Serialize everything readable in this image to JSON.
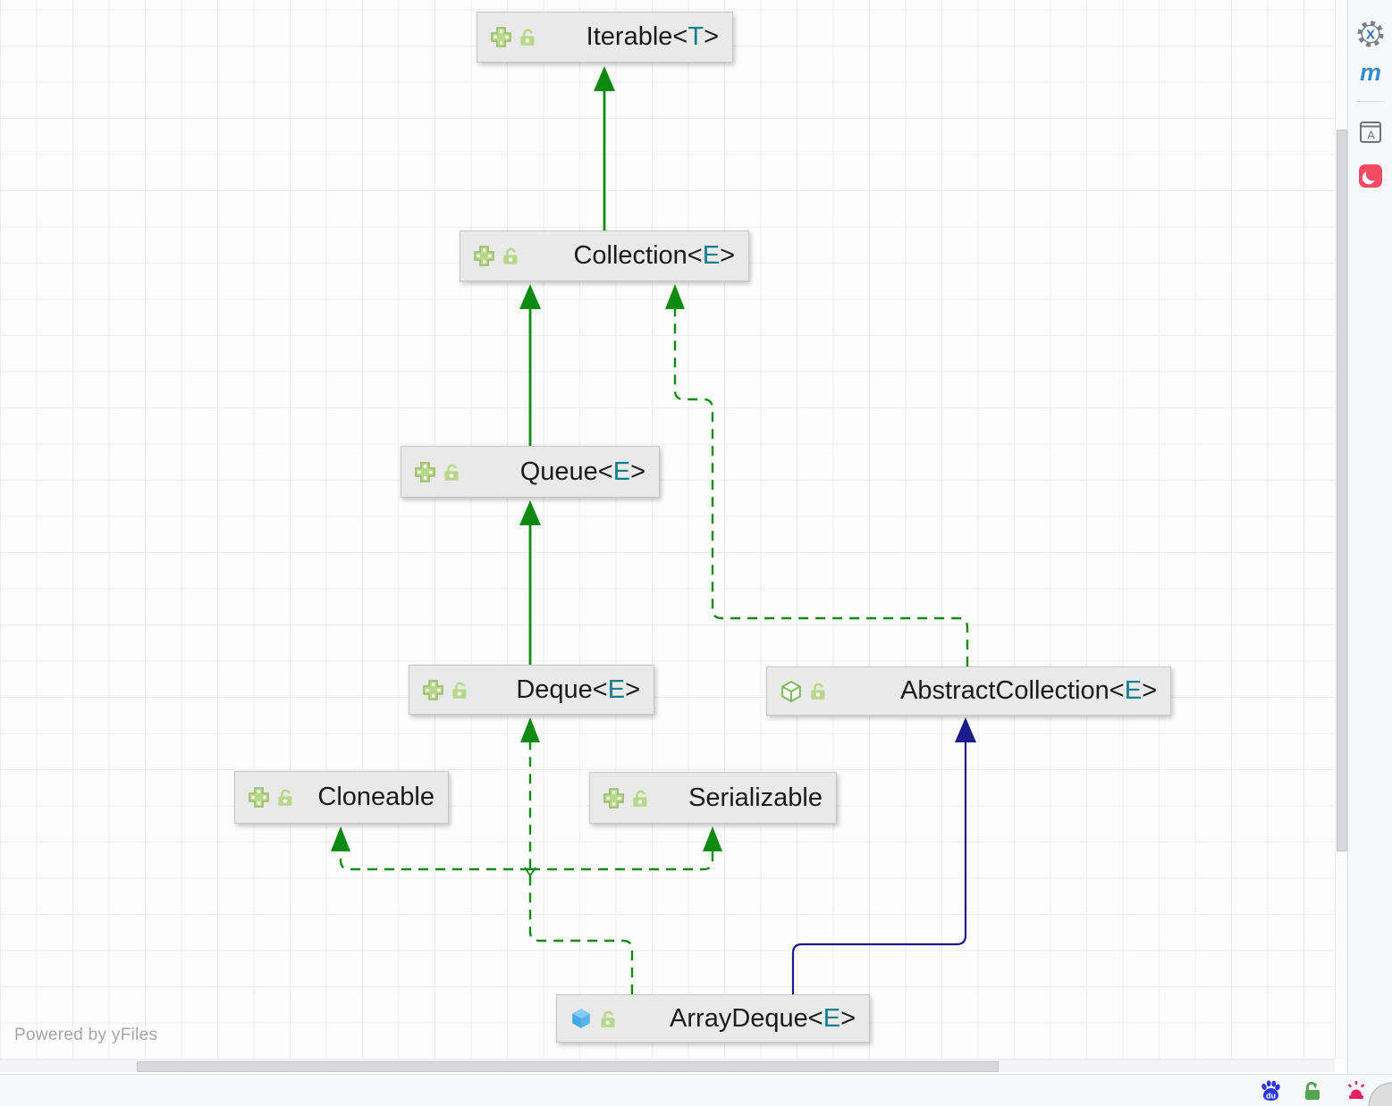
{
  "diagram": {
    "attribution": "Powered by yFiles",
    "colors": {
      "extends_interface": "#0c8a0f",
      "implements": "#0f8a12",
      "extends_class": "#1b1b8e",
      "type_param": "#0e7e8c",
      "node_fill": "#e9e9e9"
    },
    "nodes": {
      "iterable": {
        "kind": "interface",
        "visibility": "public",
        "name": "Iterable",
        "generic_open": "<",
        "type_param": "T",
        "generic_close": ">"
      },
      "collection": {
        "kind": "interface",
        "visibility": "public",
        "name": "Collection",
        "generic_open": "<",
        "type_param": "E",
        "generic_close": ">"
      },
      "queue": {
        "kind": "interface",
        "visibility": "public",
        "name": "Queue",
        "generic_open": "<",
        "type_param": "E",
        "generic_close": ">"
      },
      "deque": {
        "kind": "interface",
        "visibility": "public",
        "name": "Deque",
        "generic_open": "<",
        "type_param": "E",
        "generic_close": ">"
      },
      "abstract_collection": {
        "kind": "abstract-class",
        "visibility": "public",
        "name": "AbstractCollection",
        "generic_open": "<",
        "type_param": "E",
        "generic_close": ">"
      },
      "cloneable": {
        "kind": "interface",
        "visibility": "public",
        "name": "Cloneable"
      },
      "serializable": {
        "kind": "interface",
        "visibility": "public",
        "name": "Serializable"
      },
      "arraydeque": {
        "kind": "class",
        "visibility": "public",
        "name": "ArrayDeque",
        "generic_open": "<",
        "type_param": "E",
        "generic_close": ">"
      }
    },
    "edges": [
      {
        "from": "Collection",
        "to": "Iterable",
        "relation": "extends",
        "style": "solid-green"
      },
      {
        "from": "Queue",
        "to": "Collection",
        "relation": "extends",
        "style": "solid-green"
      },
      {
        "from": "Deque",
        "to": "Queue",
        "relation": "extends",
        "style": "solid-green"
      },
      {
        "from": "AbstractCollection",
        "to": "Collection",
        "relation": "implements",
        "style": "dashed-green"
      },
      {
        "from": "ArrayDeque",
        "to": "Deque",
        "relation": "implements",
        "style": "dashed-green"
      },
      {
        "from": "ArrayDeque",
        "to": "Cloneable",
        "relation": "implements",
        "style": "dashed-green"
      },
      {
        "from": "ArrayDeque",
        "to": "Serializable",
        "relation": "implements",
        "style": "dashed-green"
      },
      {
        "from": "ArrayDeque",
        "to": "AbstractCollection",
        "relation": "extends",
        "style": "solid-navy"
      }
    ]
  },
  "right_toolbar": {
    "gear_glyph": "X",
    "maven_glyph": "m",
    "book_glyph": "A"
  },
  "bottom_bar": {
    "paw_glyph": "du"
  }
}
